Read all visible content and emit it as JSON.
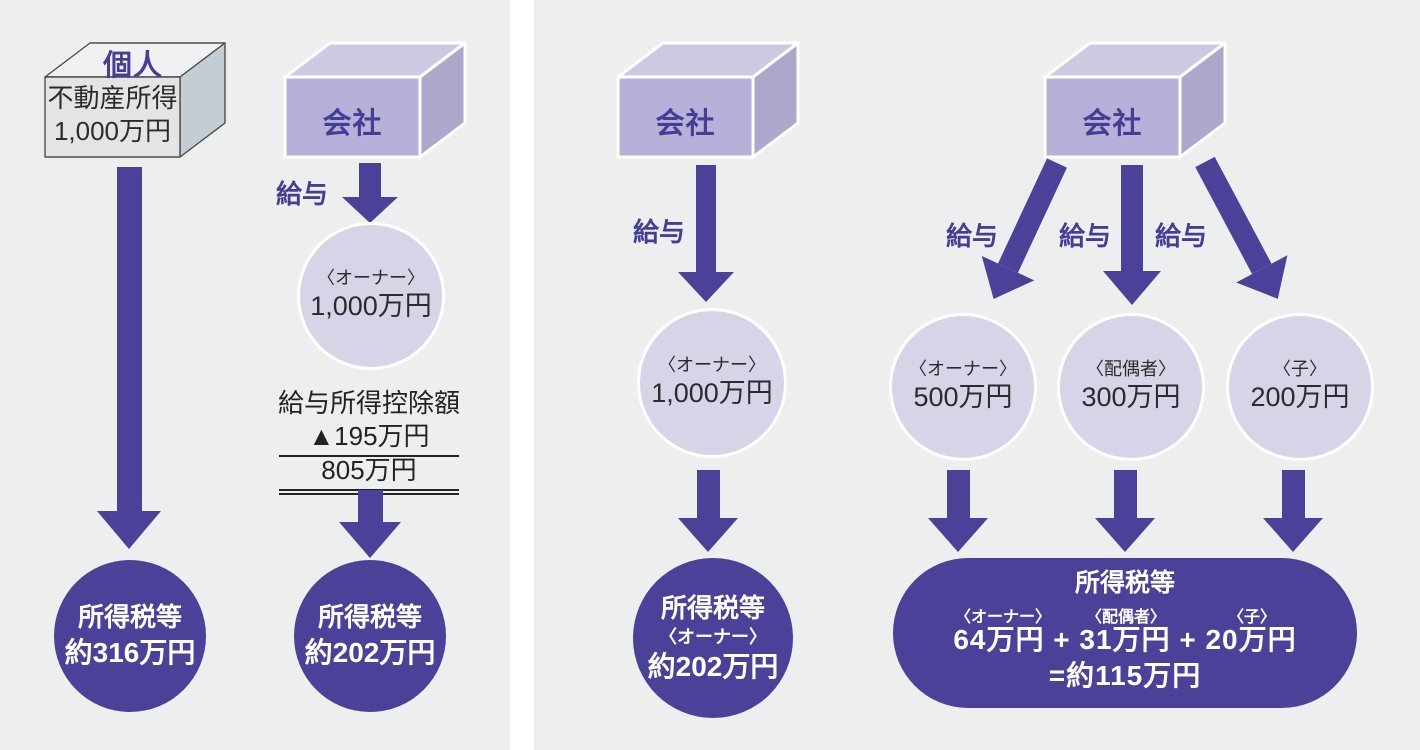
{
  "colors": {
    "purple": "#4a4298",
    "lavender": "#d8d4e8",
    "box-front": "#b7b0d8",
    "box-top": "#cdc9e3",
    "box-side": "#aea6cb",
    "gray-front": "#e4e4e4",
    "gray-top": "#f1f1f3",
    "gray-side": "#c3cdd3",
    "panel-bg": "#edefee",
    "label-purple": "#453e96"
  },
  "left_panel": {
    "individual": {
      "box_label": "個人",
      "box_line1": "不動産所得",
      "box_line2": "1,000万円",
      "result_line1": "所得税等",
      "result_line2": "約316万円"
    },
    "company": {
      "box_label": "会社",
      "salary_label": "給与",
      "owner_circle_label": "〈オーナー〉",
      "owner_circle_value": "1,000万円",
      "deduction_title": "給与所得控除額",
      "deduction_amount": "▲195万円",
      "net_amount": "805万円",
      "result_line1": "所得税等",
      "result_line2": "約202万円"
    }
  },
  "right_panel": {
    "single_salary": {
      "box_label": "会社",
      "salary_label": "給与",
      "owner_circle_label": "〈オーナー〉",
      "owner_circle_value": "1,000万円",
      "result_line1": "所得税等",
      "result_line2": "〈オーナー〉",
      "result_line3": "約202万円"
    },
    "split_salary": {
      "box_label": "会社",
      "salary_labels": [
        "給与",
        "給与",
        "給与"
      ],
      "recipients": [
        {
          "label": "〈オーナー〉",
          "value": "500万円"
        },
        {
          "label": "〈配偶者〉",
          "value": "300万円"
        },
        {
          "label": "〈子〉",
          "value": "200万円"
        }
      ],
      "result": {
        "title": "所得税等",
        "labels": [
          "〈オーナー〉",
          "〈配偶者〉",
          "〈子〉"
        ],
        "equation": "64万円 + 31万円 + 20万円",
        "total": "=約115万円"
      }
    }
  }
}
